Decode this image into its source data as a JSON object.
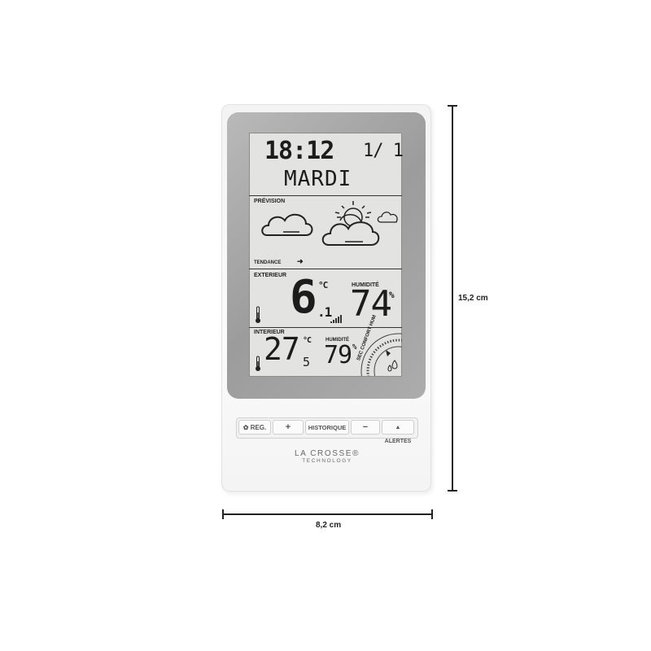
{
  "display": {
    "time": "18:12",
    "date": "1/ 1",
    "day": "MARDI",
    "forecast_label": "PRÉVISION",
    "trend_label": "TENDANCE",
    "trend_arrow": "➜",
    "outdoor_label": "EXTERIEUR",
    "outdoor_temp": "6",
    "outdoor_temp_decimal": ".1",
    "outdoor_unit": "°C",
    "outdoor_humidity_label": "HUMIDITÉ",
    "outdoor_humidity": "74",
    "outdoor_humidity_unit": "%",
    "indoor_label": "INTERIEUR",
    "indoor_temp": "27",
    "indoor_temp_decimal": "5",
    "indoor_unit": "°C",
    "indoor_humidity_label": "HUMIDITÉ",
    "indoor_humidity": "79",
    "indoor_humidity_unit": "%",
    "comfort_dial_text": "SEC CONFORT HUM"
  },
  "buttons": {
    "reg": "REG.",
    "plus": "+",
    "history": "HISTORIQUE",
    "minus": "−",
    "alerts": "ALERTES"
  },
  "brand": {
    "line1": "LA CROSSE®",
    "line2": "TECHNOLOGY"
  },
  "dimensions": {
    "height": "15,2 cm",
    "width": "8,2 cm"
  },
  "colors": {
    "bezel": "#a8a8a8",
    "screen": "#e3e3e1",
    "body": "#f5f5f5"
  }
}
